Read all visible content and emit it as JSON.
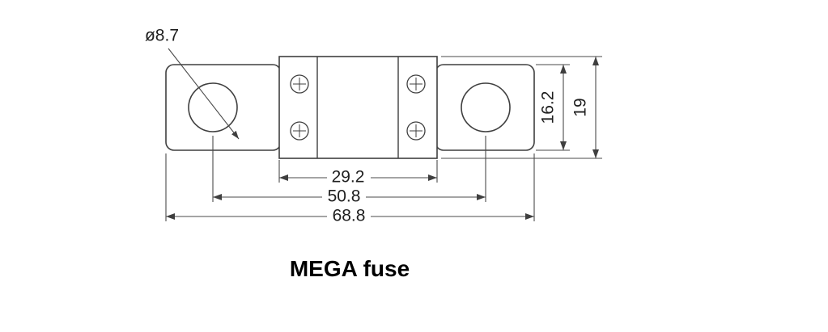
{
  "diagram": {
    "type": "technical-drawing",
    "caption": "MEGA fuse",
    "dimensions": {
      "hole_diameter": "ø8.7",
      "center_body_width": "29.2",
      "hole_center_spacing": "50.8",
      "overall_length": "68.8",
      "tab_height": "16.2",
      "body_height": "19"
    },
    "colors": {
      "line": "#3f3f3f",
      "text": "#1f1f1f",
      "background": "#ffffff"
    }
  }
}
